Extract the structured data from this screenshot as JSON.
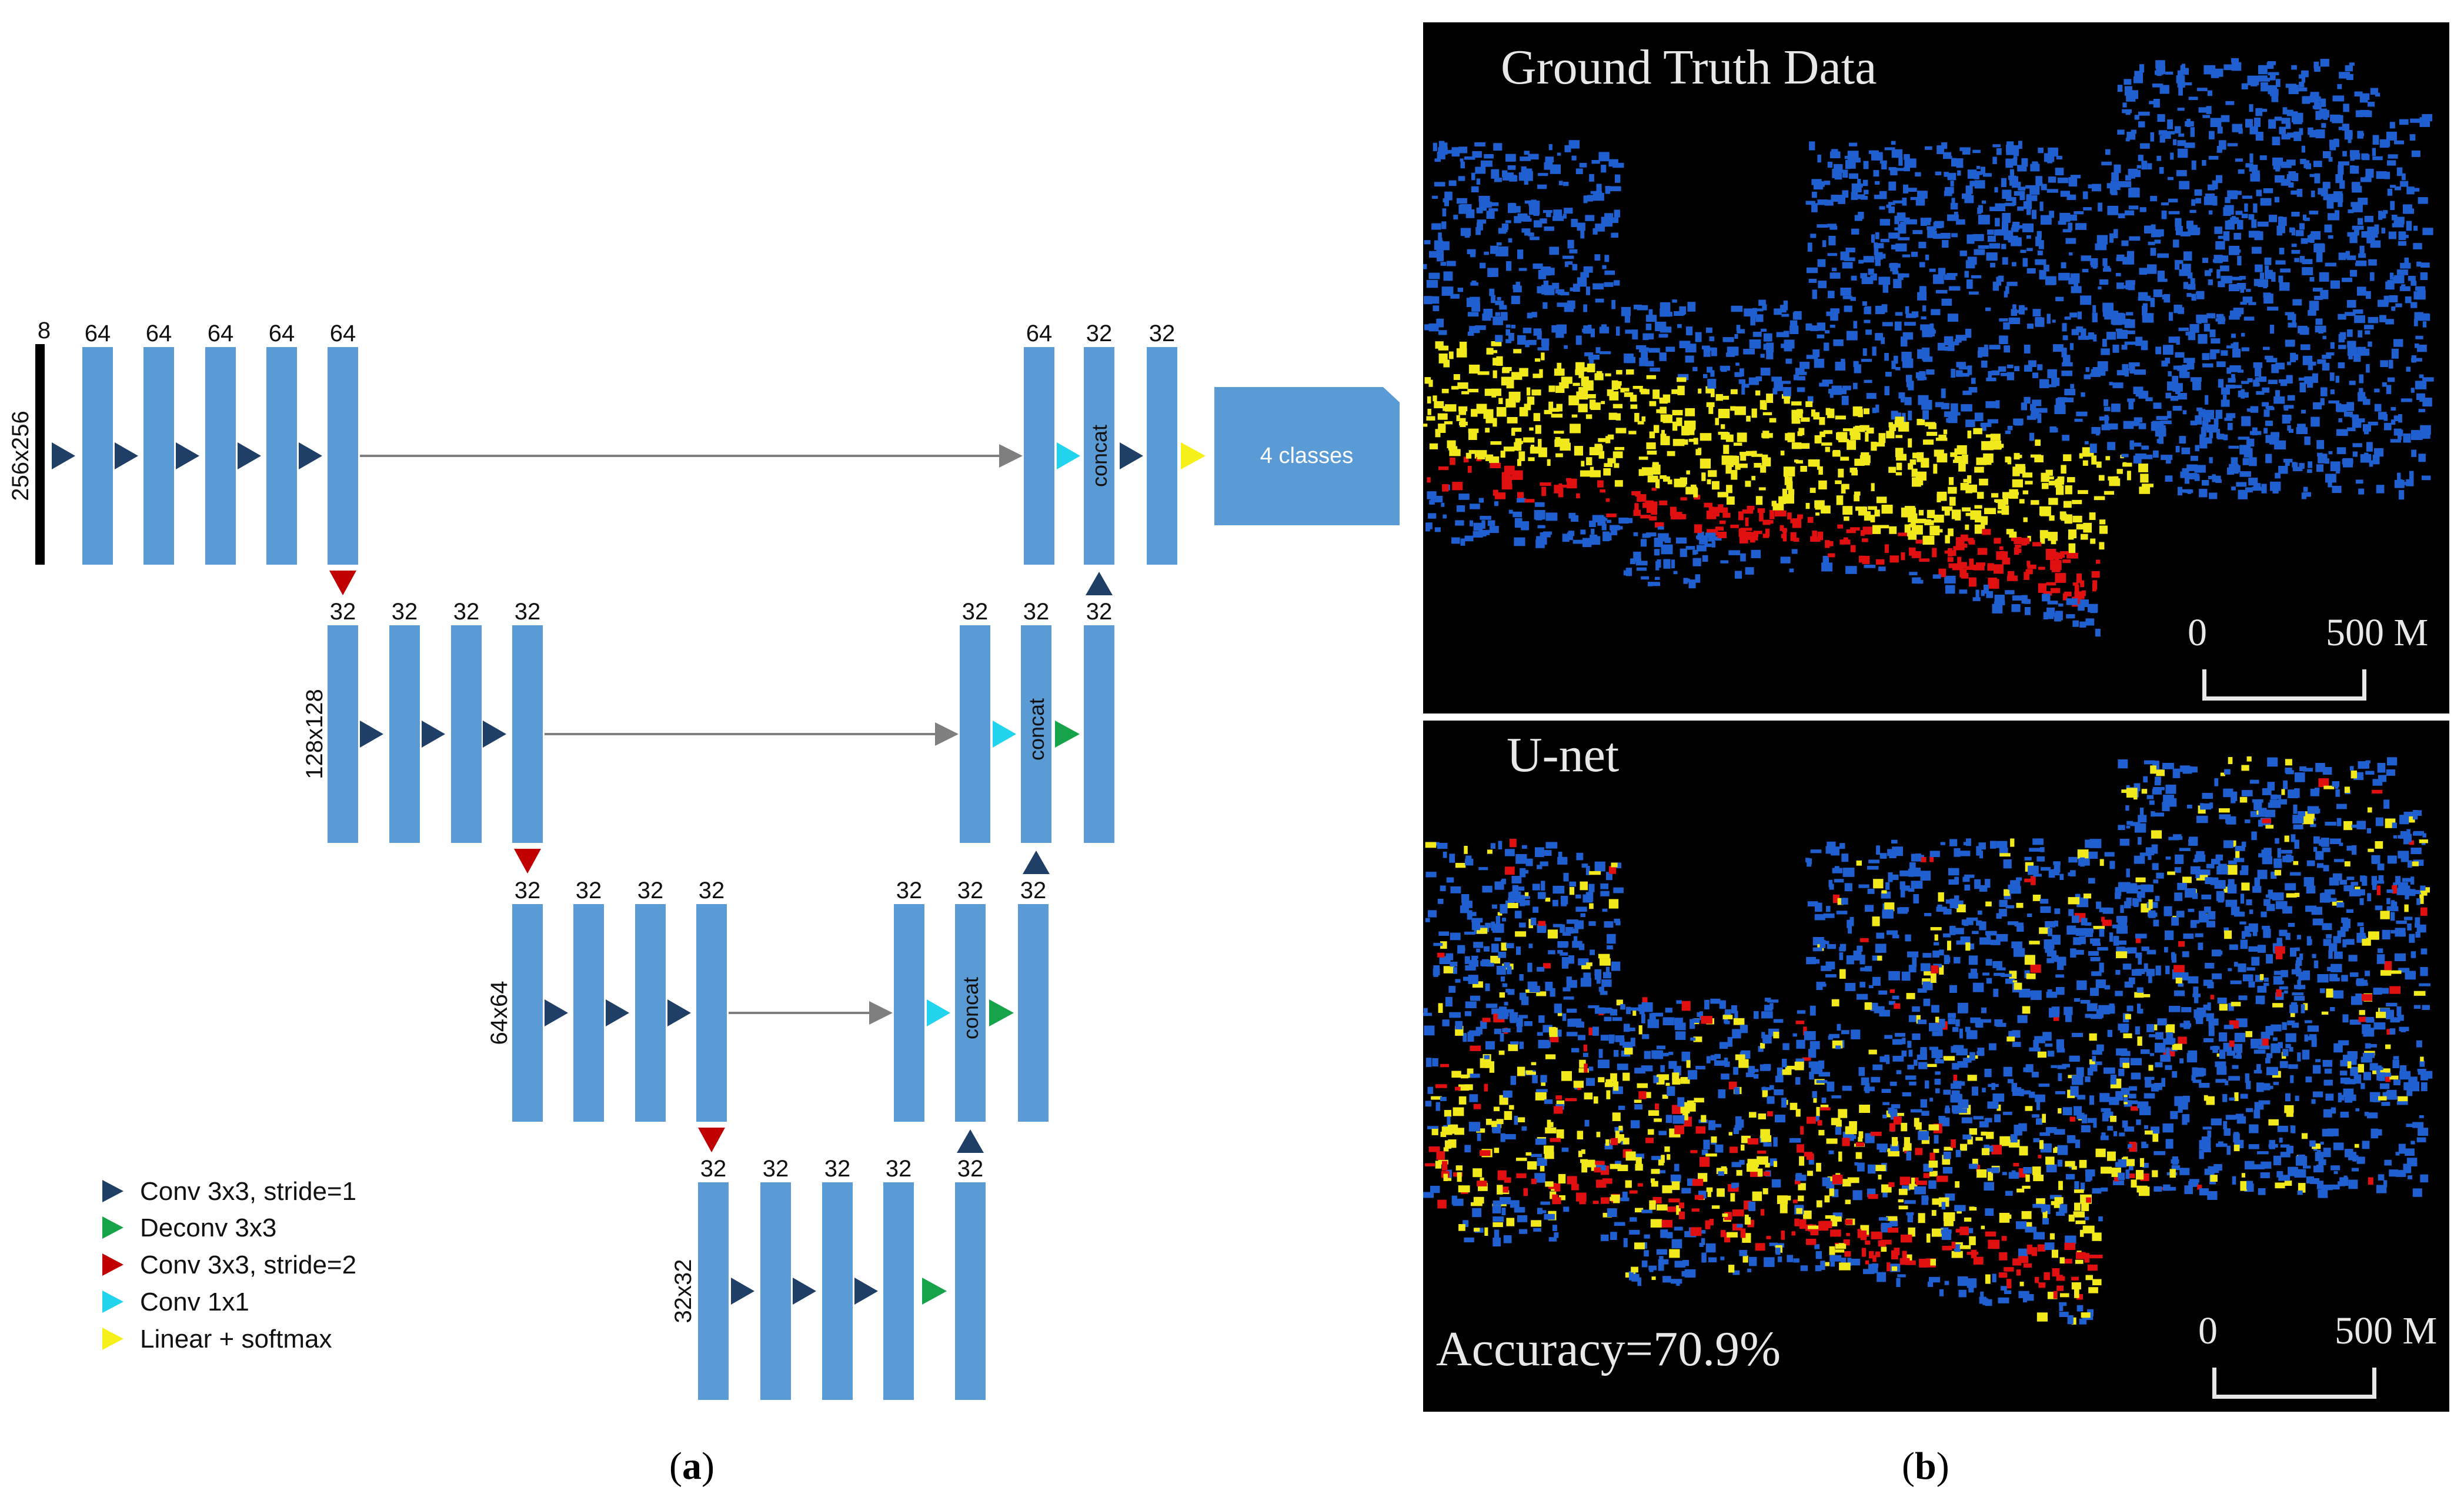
{
  "diagram": {
    "input_channels": "8",
    "level1": {
      "resolution": "256x256",
      "encoder_channels": [
        "64",
        "64",
        "64",
        "64",
        "64"
      ],
      "decoder_channels": [
        "64",
        "32",
        "32"
      ],
      "concat_label": "concat"
    },
    "level2": {
      "resolution": "128x128",
      "encoder_channels": [
        "32",
        "32",
        "32",
        "32"
      ],
      "decoder_channels": [
        "32",
        "32",
        "32"
      ],
      "concat_label": "concat"
    },
    "level3": {
      "resolution": "64x64",
      "encoder_channels": [
        "32",
        "32",
        "32",
        "32"
      ],
      "decoder_channels": [
        "32",
        "32",
        "32"
      ],
      "concat_label": "concat"
    },
    "level4": {
      "resolution": "32x32",
      "channels": [
        "32",
        "32",
        "32",
        "32",
        "32"
      ]
    },
    "output_label": "4 classes",
    "legend": [
      {
        "label": "Conv 3x3, stride=1",
        "color": "#1f3f66"
      },
      {
        "label": "Deconv 3x3",
        "color": "#16a34a"
      },
      {
        "label": "Conv 3x3, stride=2",
        "color": "#c00000"
      },
      {
        "label": "Conv 1x1",
        "color": "#22d3ee"
      },
      {
        "label": "Linear + softmax",
        "color": "#f5ef1a"
      }
    ],
    "colors": {
      "block": "#5b9bd5",
      "input_bar": "#000000",
      "skip_line": "#7f7f7f"
    },
    "caption": "a"
  },
  "maps": {
    "top": {
      "title": "Ground Truth Data",
      "scale_zero": "0",
      "scale_end": "500 M"
    },
    "bottom": {
      "title": "U-net",
      "accuracy": "Accuracy=70.9%",
      "scale_zero": "0",
      "scale_end": "500 M"
    },
    "colors": {
      "class_a": "#1f5fd0",
      "class_b": "#f1e91c",
      "class_c": "#e01010",
      "background": "#000000"
    },
    "caption": "b"
  }
}
